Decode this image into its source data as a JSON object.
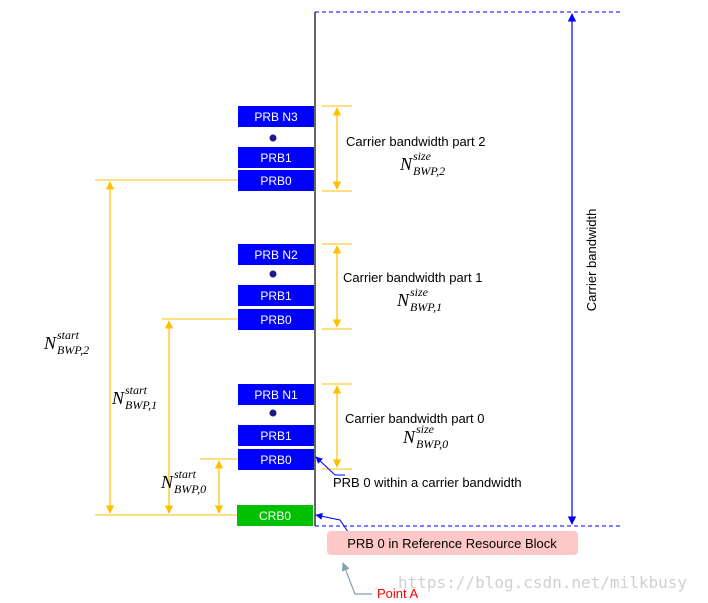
{
  "colors": {
    "prb_fill": "#0000ff",
    "crb_fill": "#00c000",
    "bracket": "#ffc000",
    "carrier_bracket": "#0000ff",
    "ref_label_bg": "#ffc8c8",
    "point_a_text": "#ff0000",
    "point_a_arrow": "#8aa0a8",
    "axis_line": "#000000"
  },
  "blocks": {
    "prb_n3": "PRB N3",
    "prb_n2": "PRB N2",
    "prb_n1": "PRB N1",
    "prb1": "PRB1",
    "prb0": "PRB0",
    "crb0": "CRB0"
  },
  "bwp": [
    {
      "title": "Carrier bandwidth part 2",
      "size_sup": "size",
      "size_sub": "BWP,2"
    },
    {
      "title": "Carrier bandwidth part 1",
      "size_sup": "size",
      "size_sub": "BWP,1"
    },
    {
      "title": "Carrier bandwidth part 0",
      "size_sup": "size",
      "size_sub": "BWP,0"
    }
  ],
  "start_labels": [
    {
      "sup": "start",
      "sub": "BWP,2"
    },
    {
      "sup": "start",
      "sub": "BWP,1"
    },
    {
      "sup": "start",
      "sub": "BWP,0"
    }
  ],
  "math_symbol": "N",
  "carrier_bandwidth_label": "Carrier bandwidth",
  "prb0_within_label": "PRB 0 within a carrier bandwidth",
  "ref_block_label": "PRB 0 in Reference Resource Block",
  "point_a_label": "Point A",
  "watermark": "https://blog.csdn.net/milkbusy"
}
